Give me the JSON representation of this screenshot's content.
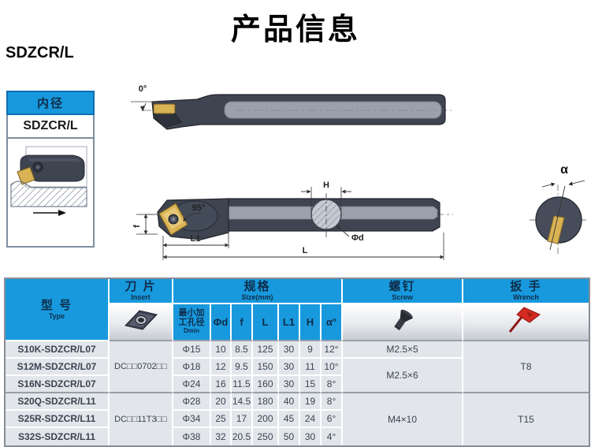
{
  "page": {
    "title": "产品信息",
    "model": "SDZCR/L"
  },
  "panel": {
    "header": "内径",
    "model": "SDZCR/L"
  },
  "drawings": {
    "top_view": {
      "angle": "0°"
    },
    "side_view": {
      "angle": "95°",
      "f": "f",
      "l1": "L1",
      "l": "L",
      "h": "H",
      "phid": "Φd"
    },
    "end_view": {
      "alpha": "α"
    }
  },
  "table": {
    "headers": {
      "type_cn": "型 号",
      "type_en": "Type",
      "insert_cn": "刀 片",
      "insert_en": "Insert",
      "size_cn": "规格",
      "size_en": "Size(mm)",
      "dmin_cn1": "最小加",
      "dmin_cn2": "工孔径",
      "dmin_en": "Dmin",
      "phid": "Φd",
      "f": "f",
      "l": "L",
      "l1": "L1",
      "h": "H",
      "alpha": "α°",
      "screw_cn": "螺钉",
      "screw_en": "Screw",
      "wrench_cn": "扳 手",
      "wrench_en": "Wrench"
    },
    "rows": [
      {
        "type": "S10K-SDZCR/L07",
        "dmin": "Φ15",
        "phid": "10",
        "f": "8.5",
        "l": "125",
        "l1": "30",
        "h": "9",
        "alpha": "12°"
      },
      {
        "type": "S12M-SDZCR/L07",
        "dmin": "Φ18",
        "phid": "12",
        "f": "9.5",
        "l": "150",
        "l1": "30",
        "h": "11",
        "alpha": "10°"
      },
      {
        "type": "S16N-SDZCR/L07",
        "dmin": "Φ24",
        "phid": "16",
        "f": "11.5",
        "l": "160",
        "l1": "30",
        "h": "15",
        "alpha": "8°"
      },
      {
        "type": "S20Q-SDZCR/L11",
        "dmin": "Φ28",
        "phid": "20",
        "f": "14.5",
        "l": "180",
        "l1": "40",
        "h": "19",
        "alpha": "8°"
      },
      {
        "type": "S25R-SDZCR/L11",
        "dmin": "Φ34",
        "phid": "25",
        "f": "17",
        "l": "200",
        "l1": "45",
        "h": "24",
        "alpha": "6°"
      },
      {
        "type": "S32S-SDZCR/L11",
        "dmin": "Φ38",
        "phid": "32",
        "f": "20.5",
        "l": "250",
        "l1": "50",
        "h": "30",
        "alpha": "4°"
      }
    ],
    "inserts": [
      {
        "label": "DC□□0702□□"
      },
      {
        "label": "DC□□11T3□□"
      }
    ],
    "screws": [
      {
        "label": "M2.5×5"
      },
      {
        "label": "M2.5×6"
      },
      {
        "label": "M4×10"
      }
    ],
    "wrenches": [
      {
        "label": "T8"
      },
      {
        "label": "T15"
      }
    ]
  },
  "colors": {
    "accent_blue": "#1899dd",
    "header_text": "#0e2d49",
    "insert_gold": "#d9b254",
    "tool_body": "#3e4450",
    "wrench_red": "#d32b22"
  }
}
